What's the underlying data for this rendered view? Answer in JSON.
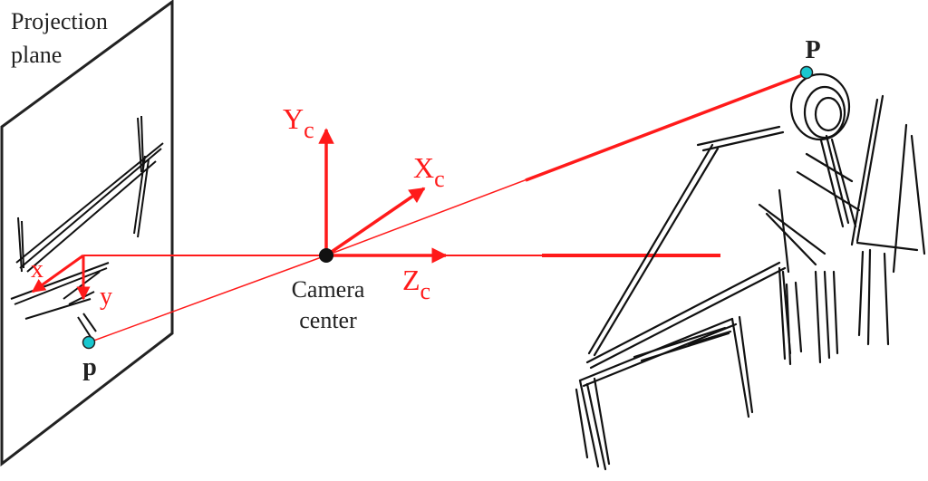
{
  "labels": {
    "projection_plane_line1": "Projection",
    "projection_plane_line2": "plane",
    "camera_center_line1": "Camera",
    "camera_center_line2": "center",
    "axis_x_cam": "X",
    "axis_x_cam_sub": "c",
    "axis_y_cam": "Y",
    "axis_y_cam_sub": "c",
    "axis_z_cam": "Z",
    "axis_z_cam_sub": "c",
    "image_axis_x": "x",
    "image_axis_y": "y",
    "world_point": "P",
    "image_point": "p"
  },
  "colors": {
    "axis_red": "#ff1a1a",
    "ink": "#111111",
    "point_cyan": "#19c7cf"
  }
}
